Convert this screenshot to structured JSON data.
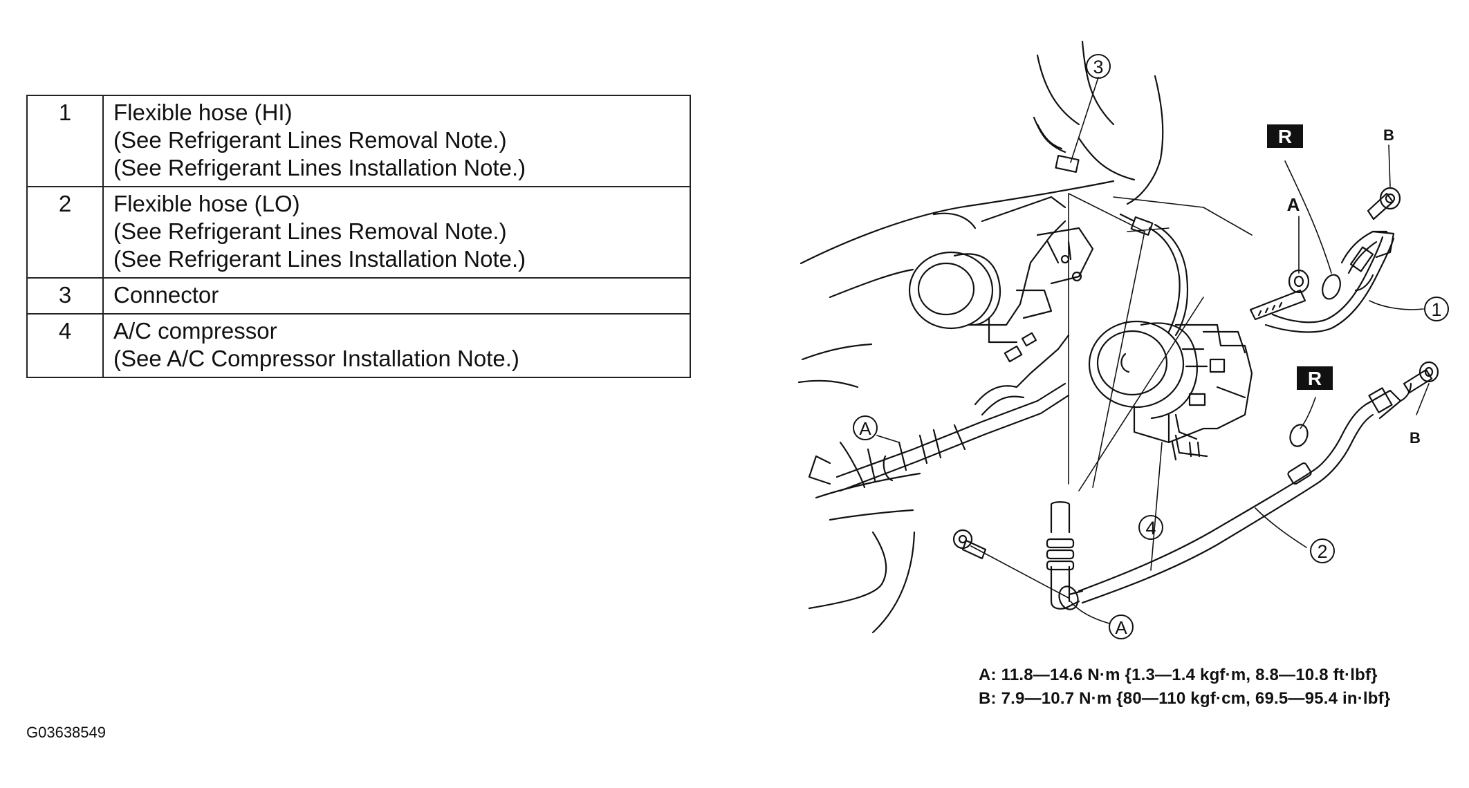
{
  "parts_table": [
    {
      "num": "1",
      "lines": [
        "Flexible hose (HI)",
        "(See  Refrigerant Lines Removal Note.)",
        "(See  Refrigerant Lines Installation Note.)"
      ]
    },
    {
      "num": "2",
      "lines": [
        "Flexible hose (LO)",
        "(See  Refrigerant Lines Removal Note.)",
        "(See  Refrigerant Lines Installation Note.)"
      ]
    },
    {
      "num": "3",
      "lines": [
        "Connector"
      ]
    },
    {
      "num": "4",
      "lines": [
        "A/C compressor",
        "(See A/C Compressor Installation Note.)"
      ]
    }
  ],
  "callouts": {
    "c1": "1",
    "c2": "2",
    "c3": "3",
    "c4": "4",
    "a1": "A",
    "a2": "A",
    "a3": "A",
    "b1": "B",
    "b2": "B",
    "r1": "R",
    "r2": "R"
  },
  "torque_specs": {
    "a": "A: 11.8—14.6 N·m {1.3—1.4 kgf·m, 8.8—10.8 ft·lbf}",
    "b": "B: 7.9—10.7 N·m {80—110 kgf·cm, 69.5—95.4 in·lbf}"
  },
  "figure_id": "G03638549"
}
